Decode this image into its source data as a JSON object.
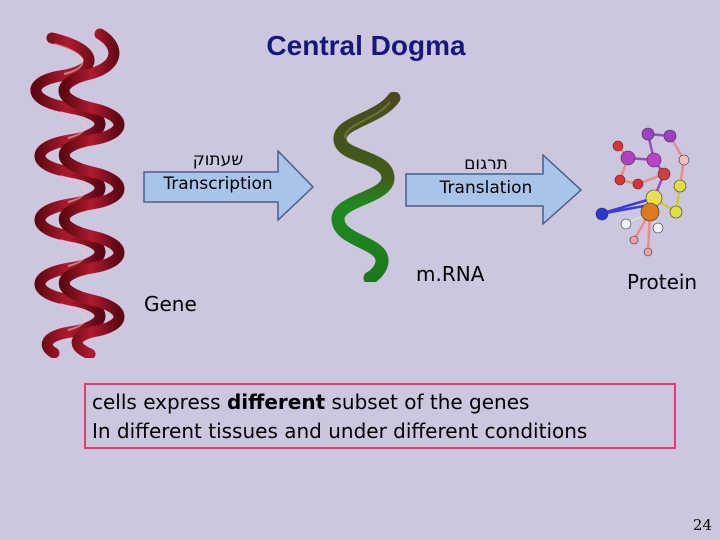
{
  "title": "Central Dogma",
  "transcription": {
    "hebrew": "שעתוק",
    "english": "Transcription"
  },
  "translation": {
    "hebrew": "תרגום",
    "english": "Translation"
  },
  "labels": {
    "gene": "Gene",
    "mrna": "m.RNA",
    "protein": "Protein"
  },
  "note": {
    "line1_prefix": "cells  express ",
    "line1_emphasis": "different",
    "line1_suffix": " subset of the genes",
    "line2": "In different tissues and under different conditions"
  },
  "page_number": "24",
  "colors": {
    "background": "#ccc6de",
    "title": "#17177e",
    "arrow_fill": "#a9c4ea",
    "dna_strand": "#8b1020",
    "mrna_strand_dark": "#4a4a1a",
    "mrna_strand_green": "#1f8a1f",
    "note_border": "#e03a6e"
  },
  "icons": {
    "dna": "double-helix-icon",
    "mrna": "single-helix-icon",
    "protein": "molecule-ball-stick-icon"
  }
}
